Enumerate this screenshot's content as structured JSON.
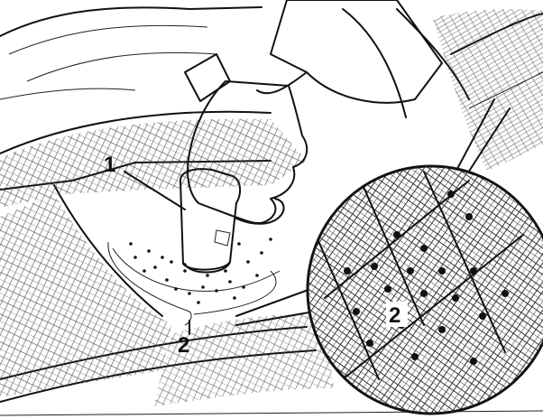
{
  "callouts": {
    "tool_number": "1",
    "carpet_number_left": "2",
    "carpet_number_zoom": "2"
  },
  "colors": {
    "line": "#111111",
    "background": "#ffffff"
  }
}
